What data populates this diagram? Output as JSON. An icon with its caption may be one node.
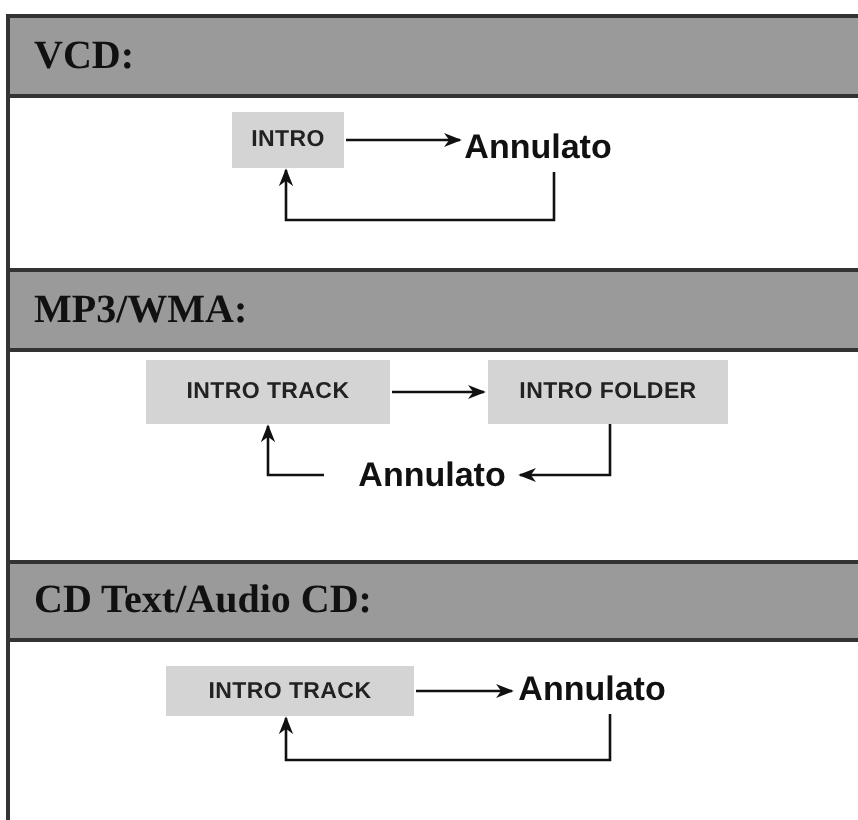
{
  "diagram": {
    "nodes": [
      {
        "text": [
          "VCD:"
        ]
      },
      {
        "text": [
          "INTRO"
        ]
      },
      {
        "text": [
          "Annulato"
        ]
      },
      {
        "text": [
          "MP3/WMA:"
        ]
      },
      {
        "text": [
          "INTRO TRACK"
        ]
      },
      {
        "text": [
          "INTRO FOLDER"
        ]
      },
      {
        "text": [
          "Annulato"
        ]
      },
      {
        "text": [
          "CD Text/Audio CD:"
        ]
      },
      {
        "text": [
          "INTRO TRACK"
        ]
      },
      {
        "text": [
          "Annulato"
        ]
      }
    ],
    "edges": [
      {
        "from": 1,
        "to": 2,
        "arrow": "to"
      },
      {
        "from": 2,
        "to": 1,
        "arrow": "to"
      },
      {
        "from": 4,
        "to": 5,
        "arrow": "to"
      },
      {
        "from": 5,
        "to": 6,
        "arrow": "to"
      },
      {
        "from": 6,
        "to": 4,
        "arrow": "to"
      },
      {
        "from": 8,
        "to": 9,
        "arrow": "to"
      },
      {
        "from": 9,
        "to": 8,
        "arrow": "to"
      }
    ]
  }
}
